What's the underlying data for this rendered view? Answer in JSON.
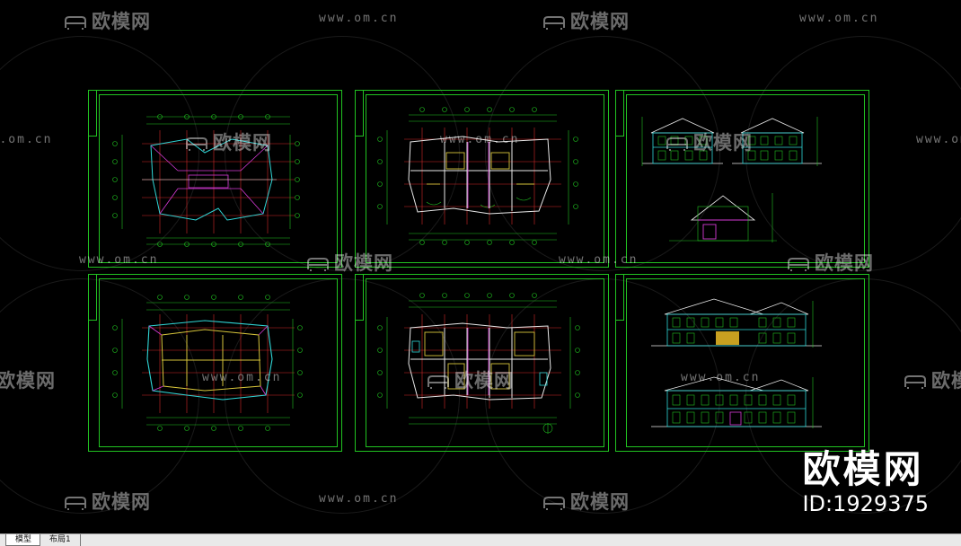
{
  "watermark": {
    "logo_text": "欧模网",
    "url_text": "www.om.cn"
  },
  "brand": {
    "name": "欧模网",
    "id_text": "ID:1929375"
  },
  "tabs": [
    {
      "label": "模型",
      "active": true
    },
    {
      "label": "布局1",
      "active": false
    }
  ],
  "colors": {
    "background": "#000000",
    "frame_green": "#21c321",
    "axis_red": "#d42a2a",
    "wall_cyan": "#2fd6d6",
    "wall_magenta": "#d63ad6",
    "wall_yellow": "#d6c43a",
    "wall_white": "#e8e8e8"
  },
  "sheets": [
    {
      "name": "roof-plan",
      "kind": "plan",
      "accent": "magenta"
    },
    {
      "name": "floor-plan-1",
      "kind": "plan",
      "accent": "white"
    },
    {
      "name": "elevation-section",
      "kind": "elevation",
      "accent": "section"
    },
    {
      "name": "roof-plan-2",
      "kind": "plan",
      "accent": "cyan"
    },
    {
      "name": "floor-plan-2",
      "kind": "plan",
      "accent": "white"
    },
    {
      "name": "elevations",
      "kind": "elevation",
      "accent": "double"
    }
  ]
}
